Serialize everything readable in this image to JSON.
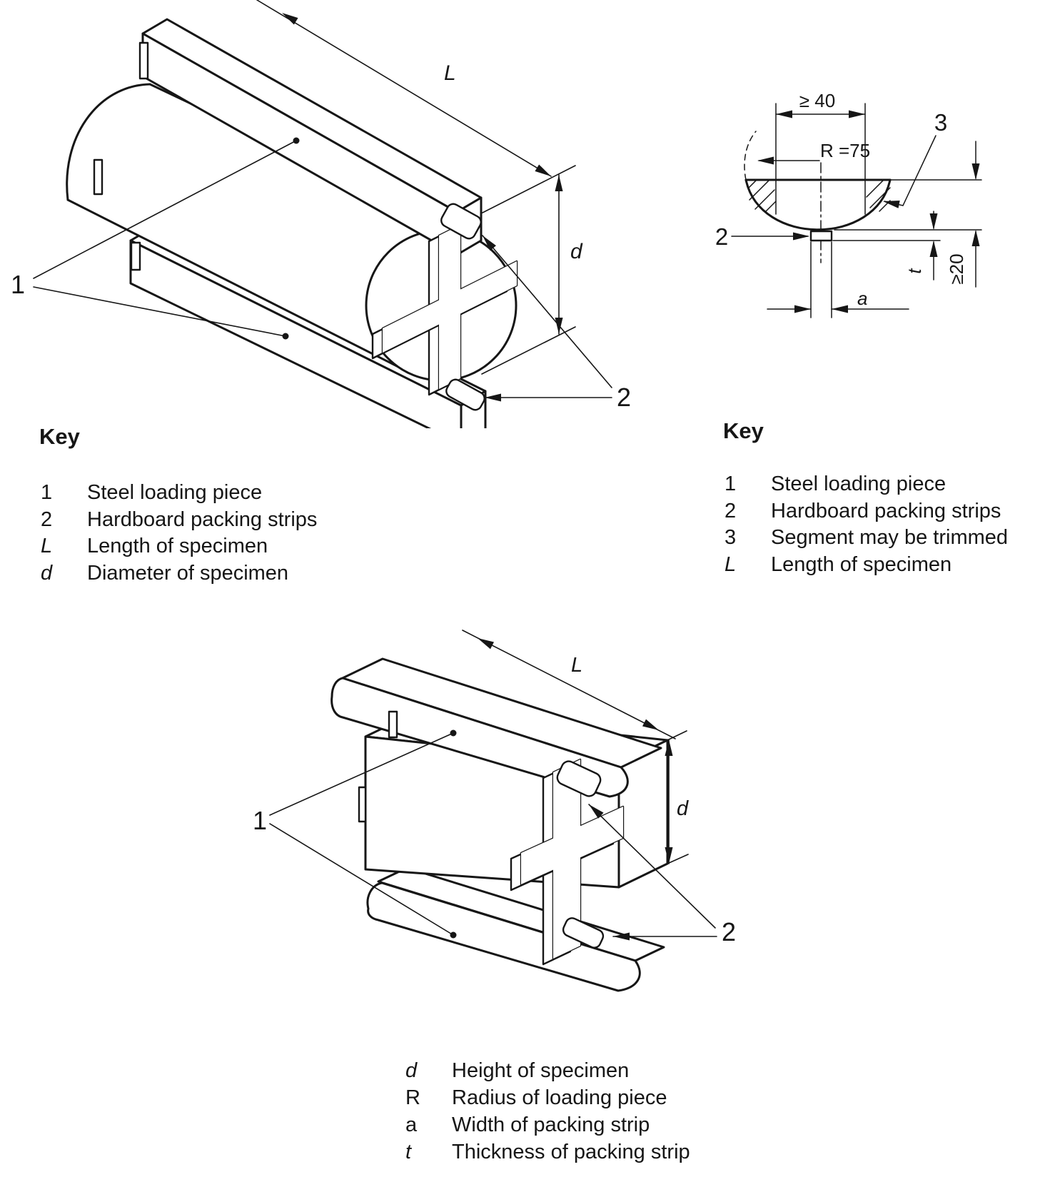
{
  "page": {
    "background": "#ffffff",
    "ink": "#161616"
  },
  "fig_log": {
    "ref_1": "1",
    "ref_2": "2",
    "dim_length": "L",
    "dim_diameter": "d"
  },
  "fig_section": {
    "ref_2": "2",
    "ref_3": "3",
    "dim_min_width": "≥ 40",
    "dim_radius": "R =75",
    "dim_strip_width": "a",
    "dim_strip_thickness": "t",
    "dim_min_height": "≥20"
  },
  "fig_square": {
    "ref_1": "1",
    "ref_2": "2",
    "dim_length": "L",
    "dim_height": "d"
  },
  "key_left": {
    "title": "Key",
    "items": [
      {
        "symbol": "1",
        "desc": "Steel loading piece"
      },
      {
        "symbol": "2",
        "desc": "Hardboard packing strips"
      },
      {
        "symbol": "L",
        "desc": "Length of specimen"
      },
      {
        "symbol": "d",
        "desc": "Diameter of specimen"
      }
    ]
  },
  "key_right": {
    "title": "Key",
    "items": [
      {
        "symbol": "1",
        "desc": "Steel loading piece"
      },
      {
        "symbol": "2",
        "desc": "Hardboard packing strips"
      },
      {
        "symbol": "3",
        "desc": "Segment may be trimmed"
      },
      {
        "symbol": "L",
        "desc": "Length of specimen"
      }
    ]
  },
  "key_bottom": {
    "items": [
      {
        "symbol": "d",
        "desc": "Height of specimen"
      },
      {
        "symbol": "R",
        "desc": "Radius of loading piece"
      },
      {
        "symbol": "a",
        "desc": "Width of packing strip"
      },
      {
        "symbol": "t",
        "desc": "Thickness of packing strip"
      }
    ]
  }
}
